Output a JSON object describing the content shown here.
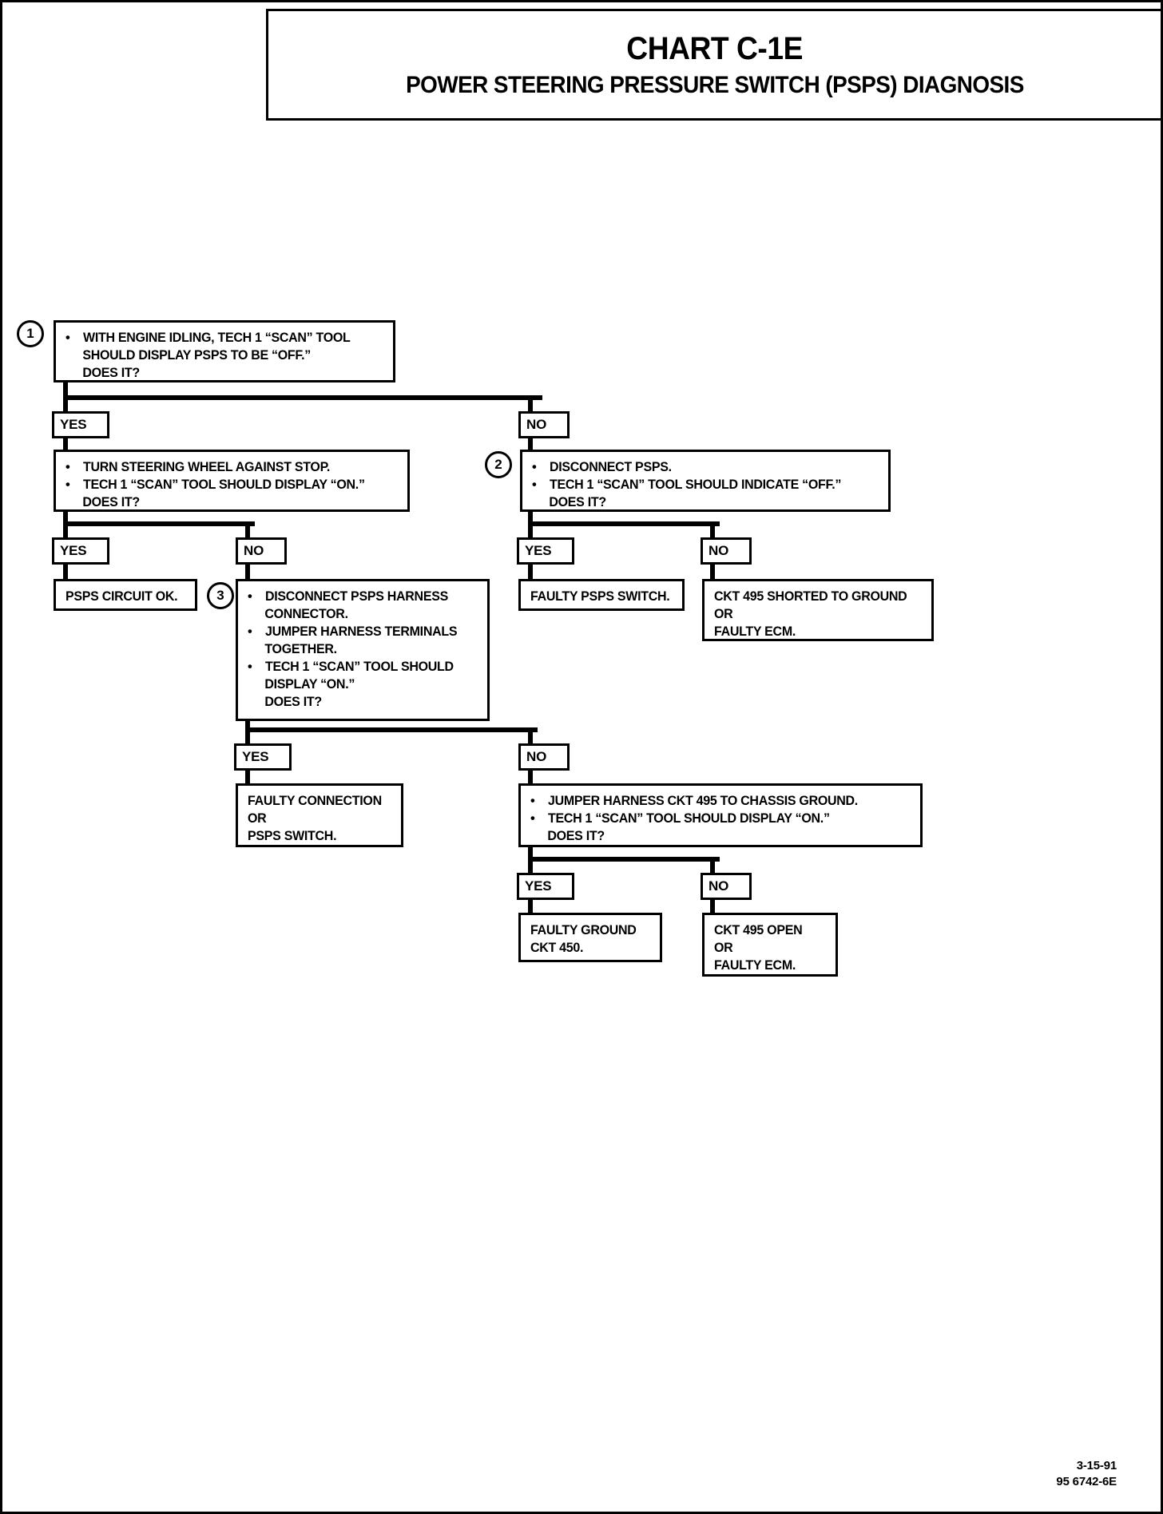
{
  "header": {
    "chart_number": "CHART C-1E",
    "chart_title": "POWER STEERING PRESSURE SWITCH (PSPS) DIAGNOSIS"
  },
  "steps": {
    "step1": {
      "number": "1",
      "line1": "WITH ENGINE IDLING, TECH 1 “SCAN” TOOL",
      "line2": "SHOULD DISPLAY PSPS TO BE “OFF.”",
      "line3": "DOES IT?"
    },
    "step1_yes_box": {
      "line1": "TURN STEERING WHEEL AGAINST STOP.",
      "line2": "TECH 1 “SCAN” TOOL SHOULD DISPLAY “ON.”",
      "line3": "DOES IT?"
    },
    "step2": {
      "number": "2",
      "line1": "DISCONNECT PSPS.",
      "line2": "TECH 1 “SCAN” TOOL SHOULD INDICATE “OFF.”",
      "line3": "DOES IT?"
    },
    "step3": {
      "number": "3",
      "line1a": "DISCONNECT PSPS  HARNESS",
      "line1b": "CONNECTOR.",
      "line2a": "JUMPER HARNESS TERMINALS",
      "line2b": "TOGETHER.",
      "line3a": "TECH 1 “SCAN” TOOL SHOULD",
      "line3b": "DISPLAY “ON.”",
      "line4": "DOES IT?"
    },
    "step4": {
      "line1": "JUMPER HARNESS CKT 495 TO CHASSIS GROUND.",
      "line2": "TECH 1 “SCAN” TOOL SHOULD DISPLAY “ON.”",
      "line3": "DOES IT?"
    }
  },
  "results": {
    "psps_circuit_ok": "PSPS CIRCUIT OK.",
    "faulty_psps_switch": "FAULTY PSPS SWITCH.",
    "ckt495_shorted": {
      "line1": "CKT 495 SHORTED TO GROUND",
      "line2": "OR",
      "line3": "FAULTY ECM."
    },
    "faulty_connection": {
      "line1": "FAULTY CONNECTION",
      "line2": "OR",
      "line3": "PSPS SWITCH."
    },
    "faulty_ground": {
      "line1": "FAULTY GROUND",
      "line2": "CKT 450."
    },
    "ckt495_open": {
      "line1": "CKT 495 OPEN",
      "line2": "OR",
      "line3": "FAULTY ECM."
    }
  },
  "branches": {
    "yes": "YES",
    "no": "NO"
  },
  "footer": {
    "date": "3-15-91",
    "doc_number": "95 6742-6E"
  }
}
